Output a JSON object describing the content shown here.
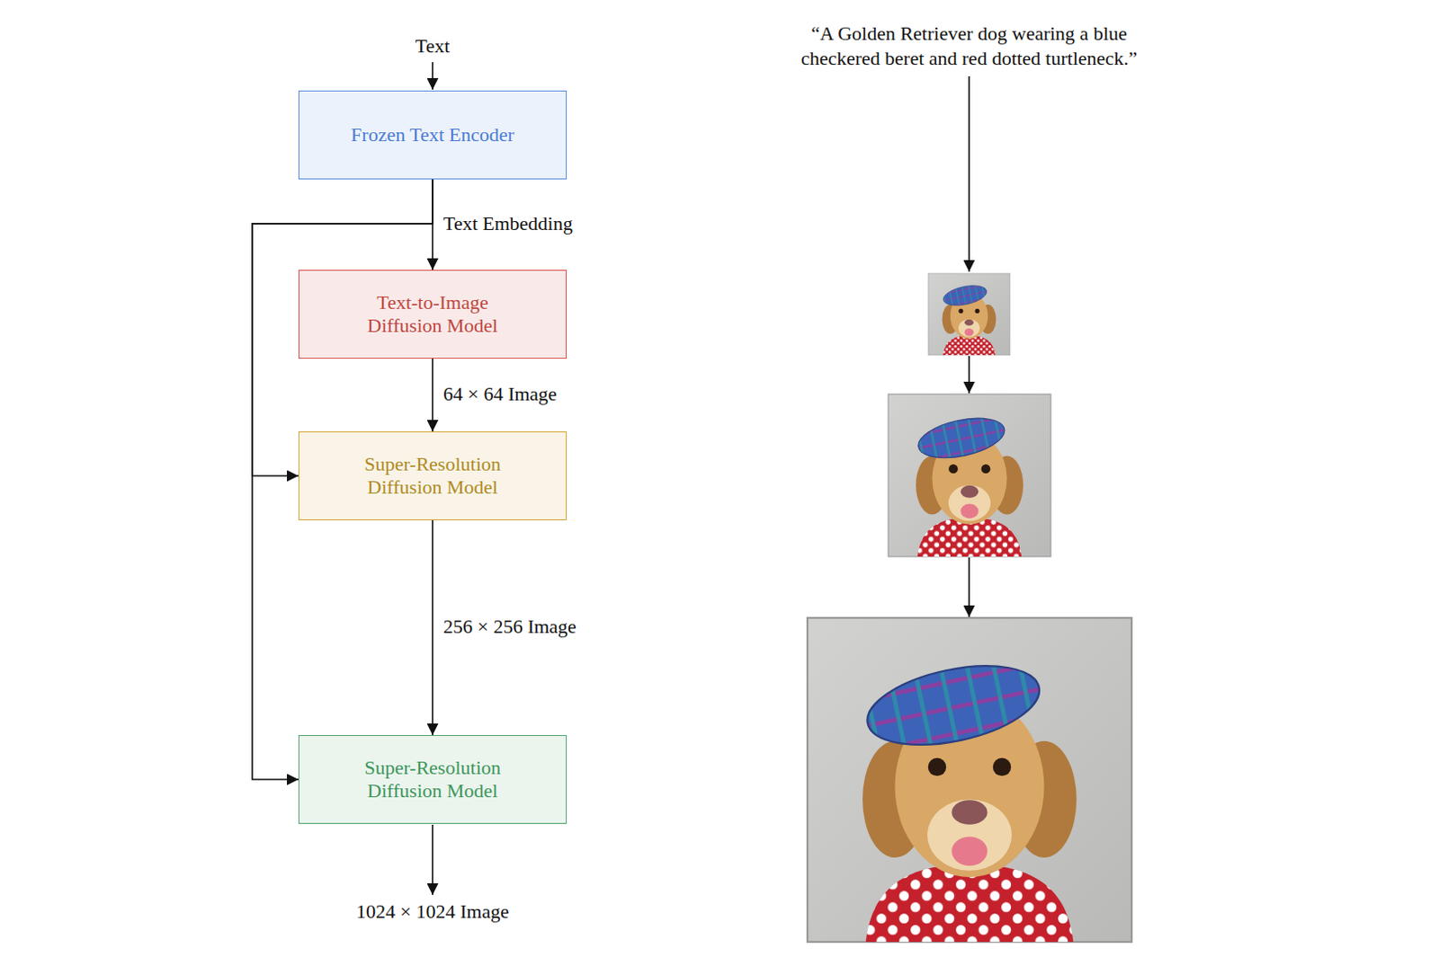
{
  "diagram": {
    "nodes": [
      {
        "text": [
          "Frozen Text Encoder"
        ]
      },
      {
        "text": [
          "Text-to-Image Diffusion Model"
        ]
      },
      {
        "text": [
          "Super-Resolution Diffusion Model"
        ]
      },
      {
        "text": [
          "Super-Resolution Diffusion Model"
        ]
      }
    ],
    "edges": [
      {
        "from": 0,
        "to": 1,
        "arrow": "to",
        "label": "Text Embedding"
      },
      {
        "from": 0,
        "to": 2,
        "arrow": "to"
      },
      {
        "from": 0,
        "to": 3,
        "arrow": "to"
      },
      {
        "from": 1,
        "to": 2,
        "arrow": "to",
        "label": "64 × 64 Image"
      },
      {
        "from": 2,
        "to": 3,
        "arrow": "to",
        "label": "256 × 256 Image"
      }
    ],
    "labels": [
      "Text",
      "“A Golden Retriever dog wearing a blue checkered beret and red dotted turtleneck.”",
      "1024 × 1024 Image"
    ]
  }
}
